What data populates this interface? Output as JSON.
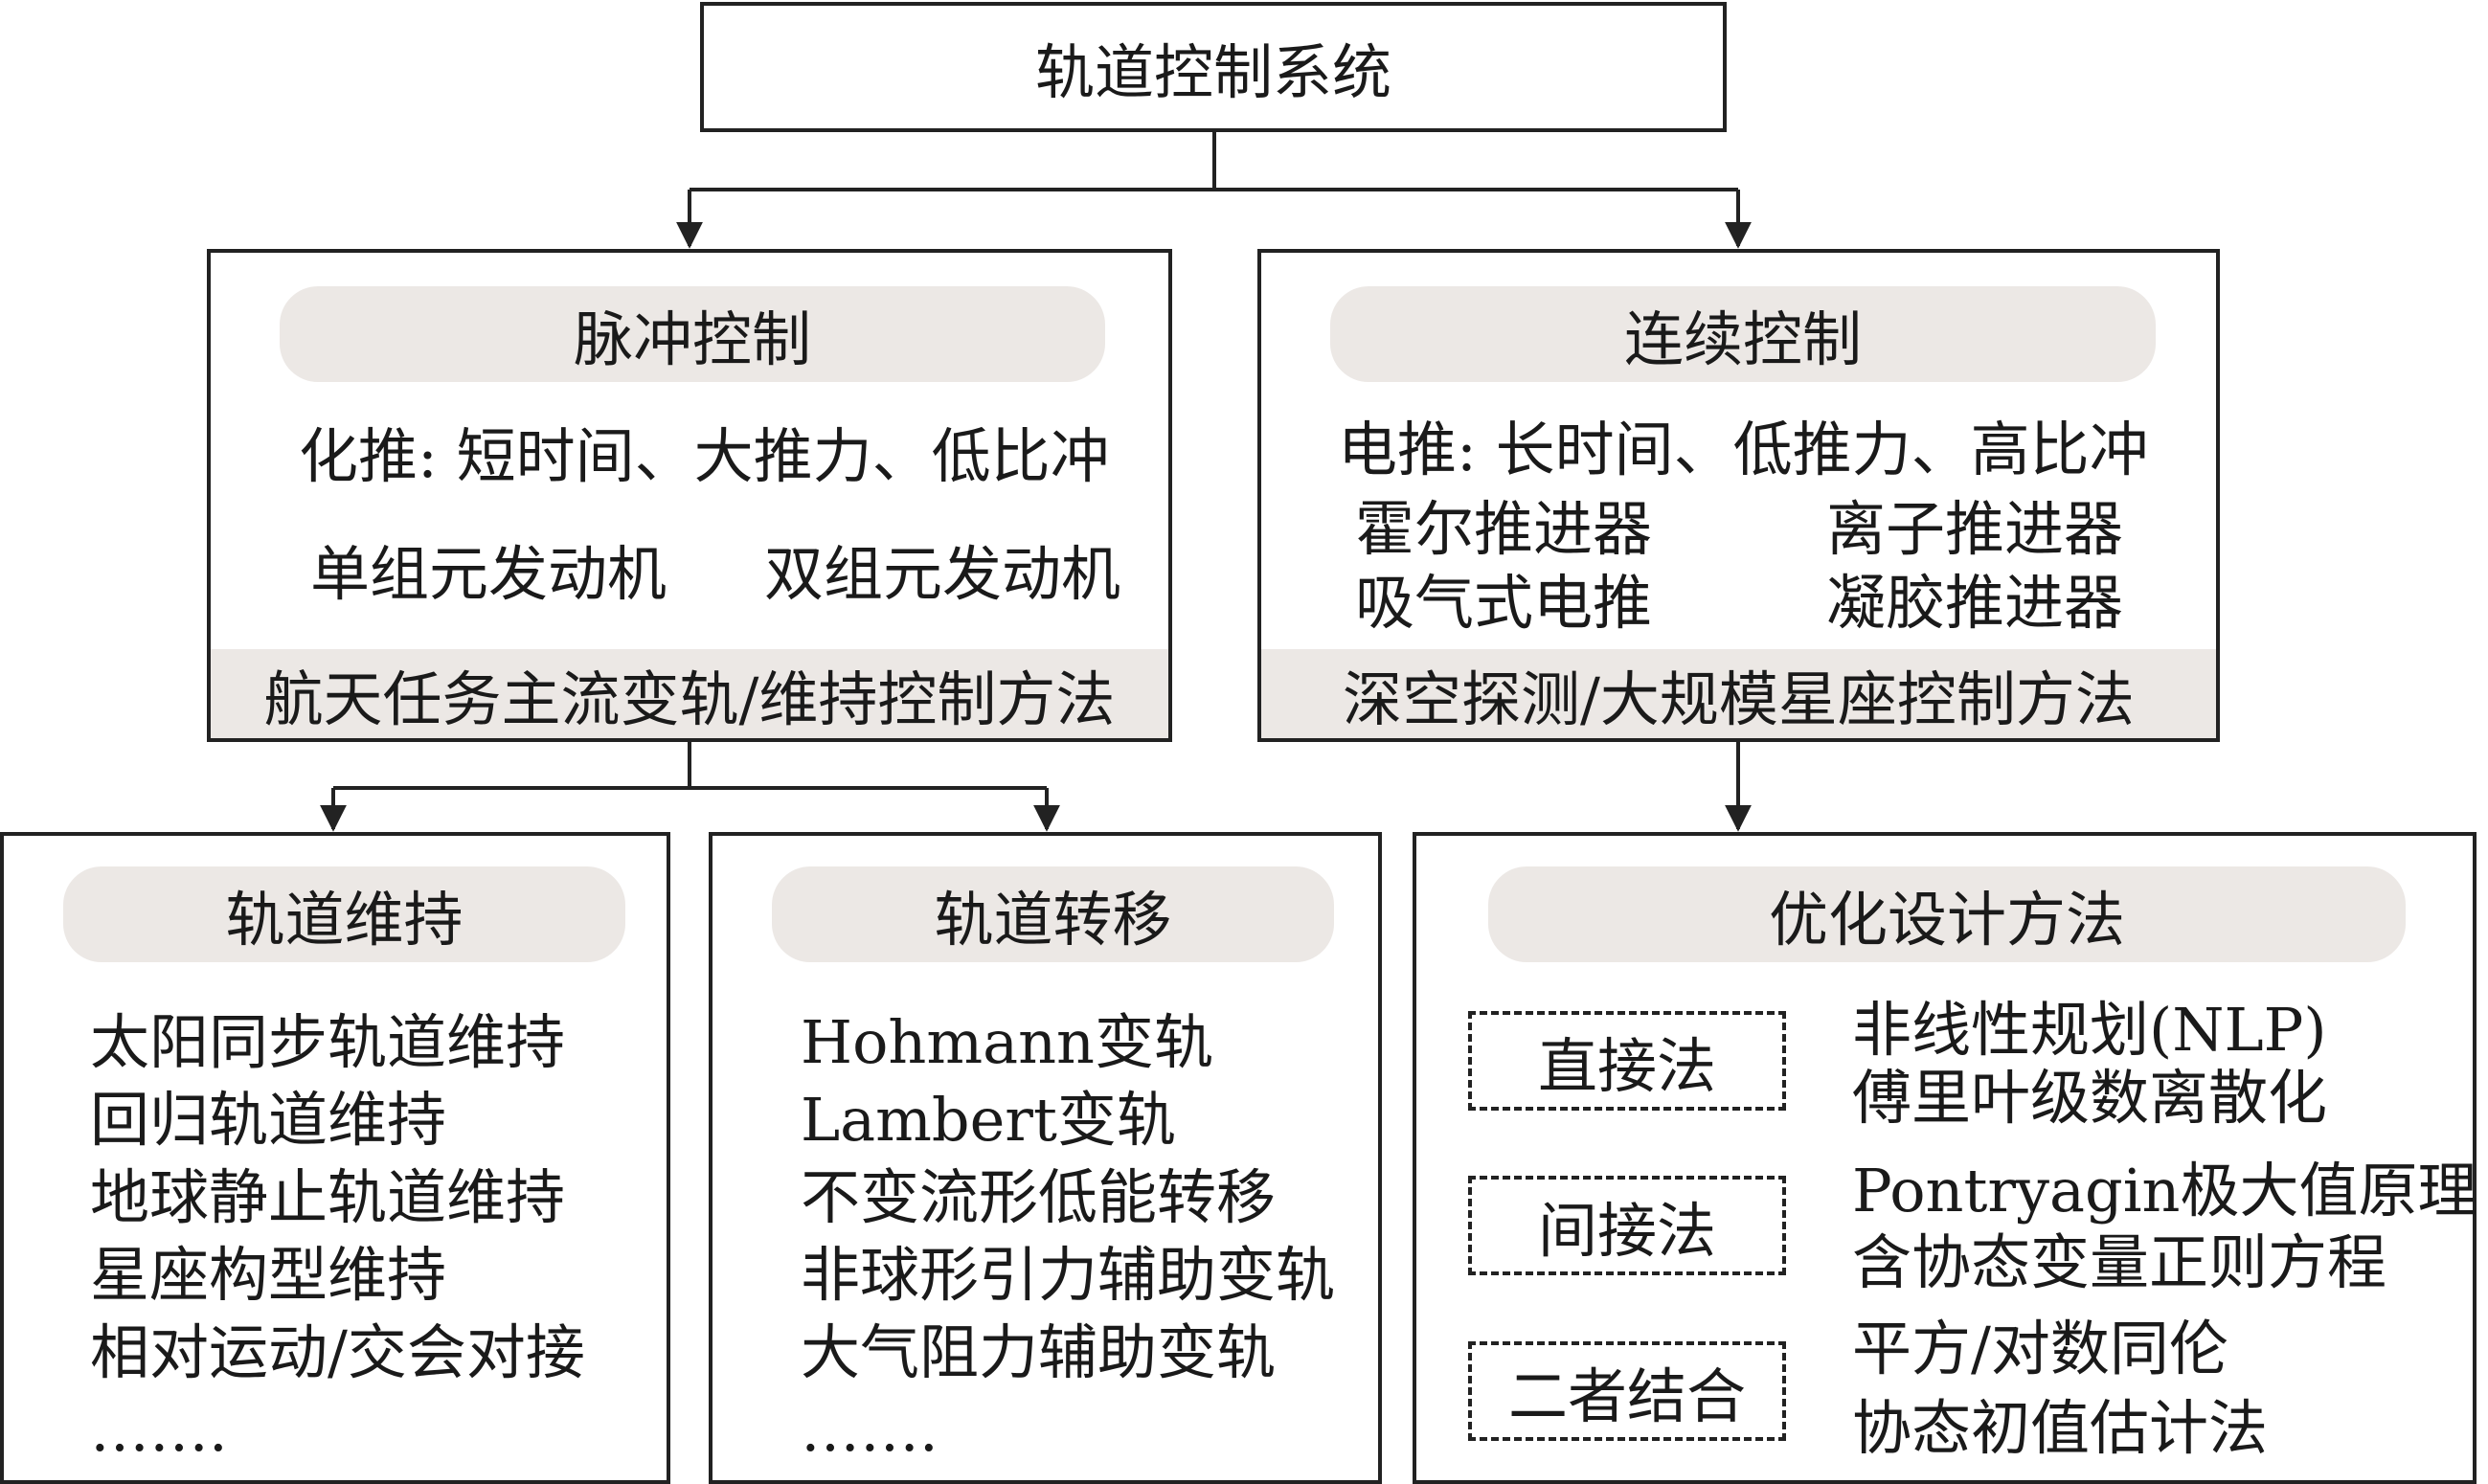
{
  "root": {
    "title": "轨道控制系统"
  },
  "impulse": {
    "title": "脉冲控制",
    "desc": "化推: 短时间、大推力、低比冲",
    "engines": [
      "单组元发动机",
      "双组元发动机"
    ],
    "footer": "航天任务主流变轨/维持控制方法"
  },
  "continuous": {
    "title": "连续控制",
    "desc": "电推: 长时间、低推力、高比冲",
    "thrusters": [
      "霍尔推进器",
      "离子推进器",
      "吸气式电推",
      "凝胶推进器"
    ],
    "footer": "深空探测/大规模星座控制方法"
  },
  "maintenance": {
    "title": "轨道维持",
    "items": [
      "太阳同步轨道维持",
      "回归轨道维持",
      "地球静止轨道维持",
      "星座构型维持",
      "相对运动/交会对接",
      "……."
    ]
  },
  "transfer": {
    "title": "轨道转移",
    "items": [
      "Hohmann变轨",
      "Lambert变轨",
      "不变流形低能转移",
      "非球形引力辅助变轨",
      "大气阻力辅助变轨",
      "……."
    ]
  },
  "optimization": {
    "title": "优化设计方法",
    "methods": [
      {
        "name": "直接法",
        "lines": [
          "非线性规划(NLP)",
          "傅里叶级数离散化"
        ]
      },
      {
        "name": "间接法",
        "lines": [
          "Pontryagin极大值原理",
          "含协态变量正则方程"
        ]
      },
      {
        "name": "二者结合",
        "lines": [
          "平方/对数同伦",
          "协态初值估计法"
        ]
      }
    ]
  }
}
